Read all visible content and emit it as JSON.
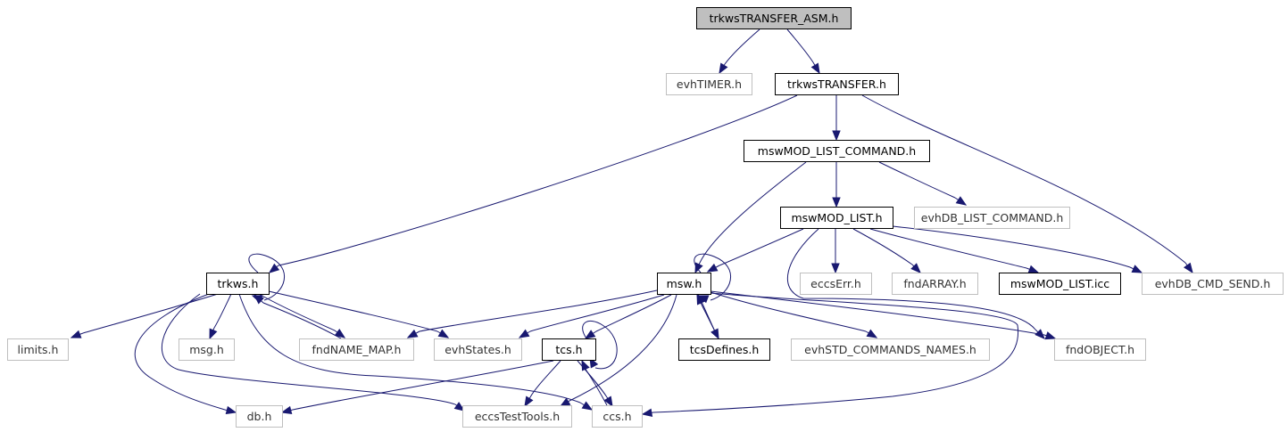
{
  "diagram": {
    "title": "trkwsTRANSFER_ASM.h",
    "edge_color": "#191970",
    "node_border_color_documented": "#000000",
    "node_border_color_external": "#bfbfbf",
    "root_fill_color": "#bfbfbf",
    "nodes": [
      {
        "id": "root",
        "label": "trkwsTRANSFER_ASM.h",
        "style": "root"
      },
      {
        "id": "evhTIMER",
        "label": "evhTIMER.h",
        "style": "gray"
      },
      {
        "id": "trkwsTRANSFER",
        "label": "trkwsTRANSFER.h",
        "style": "black"
      },
      {
        "id": "mswMOD_LIST_COMMAND",
        "label": "mswMOD_LIST_COMMAND.h",
        "style": "black"
      },
      {
        "id": "mswMOD_LIST",
        "label": "mswMOD_LIST.h",
        "style": "black"
      },
      {
        "id": "evhDB_LIST_COMMAND",
        "label": "evhDB_LIST_COMMAND.h",
        "style": "gray"
      },
      {
        "id": "trkws",
        "label": "trkws.h",
        "style": "black"
      },
      {
        "id": "msw",
        "label": "msw.h",
        "style": "black"
      },
      {
        "id": "eccsErr",
        "label": "eccsErr.h",
        "style": "gray"
      },
      {
        "id": "fndARRAY",
        "label": "fndARRAY.h",
        "style": "gray"
      },
      {
        "id": "mswMOD_LIST_icc",
        "label": "mswMOD_LIST.icc",
        "style": "black"
      },
      {
        "id": "evhDB_CMD_SEND",
        "label": "evhDB_CMD_SEND.h",
        "style": "gray"
      },
      {
        "id": "limits",
        "label": "limits.h",
        "style": "gray"
      },
      {
        "id": "msg",
        "label": "msg.h",
        "style": "gray"
      },
      {
        "id": "fndNAME_MAP",
        "label": "fndNAME_MAP.h",
        "style": "gray"
      },
      {
        "id": "evhStates",
        "label": "evhStates.h",
        "style": "gray"
      },
      {
        "id": "tcs",
        "label": "tcs.h",
        "style": "black"
      },
      {
        "id": "tcsDefines",
        "label": "tcsDefines.h",
        "style": "black"
      },
      {
        "id": "evhSTD_COMMANDS_NAMES",
        "label": "evhSTD_COMMANDS_NAMES.h",
        "style": "gray"
      },
      {
        "id": "fndOBJECT",
        "label": "fndOBJECT.h",
        "style": "gray"
      },
      {
        "id": "db",
        "label": "db.h",
        "style": "gray"
      },
      {
        "id": "eccsTestTools",
        "label": "eccsTestTools.h",
        "style": "gray"
      },
      {
        "id": "ccs",
        "label": "ccs.h",
        "style": "gray"
      }
    ],
    "edges": [
      {
        "from": "root",
        "to": "evhTIMER"
      },
      {
        "from": "root",
        "to": "trkwsTRANSFER"
      },
      {
        "from": "trkwsTRANSFER",
        "to": "trkws"
      },
      {
        "from": "trkwsTRANSFER",
        "to": "mswMOD_LIST_COMMAND"
      },
      {
        "from": "trkwsTRANSFER",
        "to": "evhDB_CMD_SEND"
      },
      {
        "from": "mswMOD_LIST_COMMAND",
        "to": "msw"
      },
      {
        "from": "mswMOD_LIST_COMMAND",
        "to": "mswMOD_LIST"
      },
      {
        "from": "mswMOD_LIST_COMMAND",
        "to": "evhDB_LIST_COMMAND"
      },
      {
        "from": "mswMOD_LIST",
        "to": "msw"
      },
      {
        "from": "mswMOD_LIST",
        "to": "eccsErr"
      },
      {
        "from": "mswMOD_LIST",
        "to": "fndARRAY"
      },
      {
        "from": "mswMOD_LIST",
        "to": "mswMOD_LIST_icc"
      },
      {
        "from": "mswMOD_LIST",
        "to": "evhDB_CMD_SEND"
      },
      {
        "from": "mswMOD_LIST",
        "to": "fndOBJECT"
      },
      {
        "from": "trkws",
        "to": "trkws"
      },
      {
        "from": "trkws",
        "to": "limits"
      },
      {
        "from": "trkws",
        "to": "msg"
      },
      {
        "from": "trkws",
        "to": "fndNAME_MAP"
      },
      {
        "from": "trkws",
        "to": "evhStates"
      },
      {
        "from": "trkws",
        "to": "db"
      },
      {
        "from": "trkws",
        "to": "eccsTestTools"
      },
      {
        "from": "trkws",
        "to": "ccs"
      },
      {
        "from": "msw",
        "to": "msw"
      },
      {
        "from": "msw",
        "to": "fndNAME_MAP"
      },
      {
        "from": "msw",
        "to": "evhStates"
      },
      {
        "from": "msw",
        "to": "tcs"
      },
      {
        "from": "msw",
        "to": "tcsDefines"
      },
      {
        "from": "msw",
        "to": "evhSTD_COMMANDS_NAMES"
      },
      {
        "from": "msw",
        "to": "fndOBJECT"
      },
      {
        "from": "msw",
        "to": "eccsTestTools"
      },
      {
        "from": "msw",
        "to": "ccs"
      },
      {
        "from": "tcsDefines",
        "to": "msw"
      },
      {
        "from": "fndNAME_MAP",
        "to": "trkws"
      },
      {
        "from": "tcs",
        "to": "tcs"
      },
      {
        "from": "tcs",
        "to": "db"
      },
      {
        "from": "tcs",
        "to": "eccsTestTools"
      },
      {
        "from": "tcs",
        "to": "ccs"
      },
      {
        "from": "ccs",
        "to": "tcs"
      }
    ]
  }
}
